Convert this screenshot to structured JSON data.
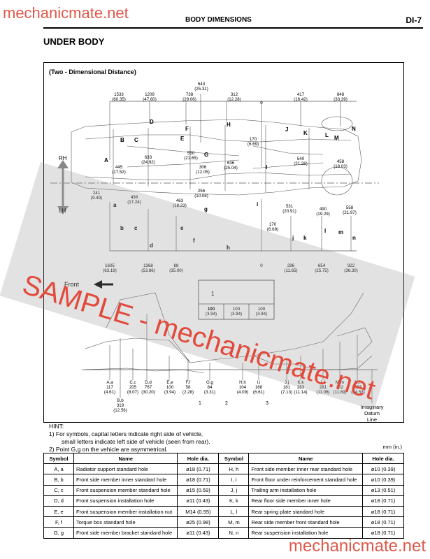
{
  "watermark_top": "mechanicmate.net",
  "watermark_bottom": "mechanicmate.net",
  "overlay_text": "SAMPLE - mechanicmate.net",
  "header": {
    "title": "BODY DIMENSIONS",
    "page": "DI-7"
  },
  "section": "UNDER BODY",
  "diagram": {
    "title": "(Two - Dimensional Distance)",
    "direction_rh": "RH",
    "direction_lh": "LH",
    "front_label": "Front",
    "datum_label": [
      "Imaginary",
      "Datum",
      "Line"
    ],
    "top_dims": [
      {
        "v": "1533",
        "i": "(60.35)"
      },
      {
        "v": "1209",
        "i": "(47.60)"
      },
      {
        "v": "738",
        "i": "(29.06)"
      },
      {
        "v": "643",
        "i": "(25.31)"
      },
      {
        "v": "312",
        "i": "(12.28)"
      },
      {
        "v": "0",
        "i": ""
      },
      {
        "v": "417",
        "i": "(16.42)"
      },
      {
        "v": "848",
        "i": "(33.39)"
      }
    ],
    "mid_dims": [
      {
        "v": "445",
        "i": "(17.52)"
      },
      {
        "v": "633",
        "i": "(24.92)"
      },
      {
        "v": "550",
        "i": "(21.65)"
      },
      {
        "v": "306",
        "i": "(12.05)"
      },
      {
        "v": "636",
        "i": "(25.04)"
      },
      {
        "v": "170",
        "i": "(6.69)"
      },
      {
        "v": "540",
        "i": "(21.26)"
      },
      {
        "v": "458",
        "i": "(18.03)"
      },
      {
        "v": "241",
        "i": "(9.49)"
      },
      {
        "v": "438",
        "i": "(17.24)"
      },
      {
        "v": "256",
        "i": "(10.08)"
      },
      {
        "v": "463",
        "i": "(18.23)"
      },
      {
        "v": "531",
        "i": "(20.91)"
      },
      {
        "v": "490",
        "i": "(19.29)"
      },
      {
        "v": "558",
        "i": "(21.97)"
      },
      {
        "v": "170",
        "i": "(6.69)"
      }
    ],
    "bottom_dims": [
      {
        "v": "1605",
        "i": "(63.19)"
      },
      {
        "v": "1368",
        "i": "(53.86)"
      },
      {
        "v": "88",
        "i": "(35.00)"
      },
      {
        "v": "0",
        "i": ""
      },
      {
        "v": "296",
        "i": "(11.65)"
      },
      {
        "v": "654",
        "i": "(25.75)"
      },
      {
        "v": "922",
        "i": "(36.30)"
      }
    ],
    "inset_cells": [
      {
        "v": "100",
        "i": "(3.94)"
      },
      {
        "v": "100",
        "i": "(3.94)"
      },
      {
        "v": "100",
        "i": "(3.94)"
      }
    ],
    "inset_marker": "1",
    "side_dims": [
      {
        "s": "A,a",
        "v": "117",
        "i": "(4.61)"
      },
      {
        "s": "C,c",
        "v": "205",
        "i": "(8.07)"
      },
      {
        "s": "D,d",
        "v": "767",
        "i": "(30.20)"
      },
      {
        "s": "E,e",
        "v": "100",
        "i": "(3.94)"
      },
      {
        "s": "F,f",
        "v": "58",
        "i": "(2.28)"
      },
      {
        "s": "G,g",
        "v": "84",
        "i": "(3.31)"
      },
      {
        "s": "H,h",
        "v": "104",
        "i": "(4.09)"
      },
      {
        "s": "I,i",
        "v": "168",
        "i": "(6.61)"
      },
      {
        "s": "J,j",
        "v": "181",
        "i": "(7.13)"
      },
      {
        "s": "K,k",
        "v": "283",
        "i": "(11.14)"
      },
      {
        "s": "L,l",
        "v": "281",
        "i": "(11.06)"
      },
      {
        "s": "M,m",
        "v": "302",
        "i": "(11.89)"
      },
      {
        "s": "N,n",
        "v": "623",
        "i": "(24.53)"
      }
    ],
    "side_bb": {
      "s": "B,b",
      "v": "319",
      "i": "(12.56)"
    },
    "side_markers": [
      "1",
      "2",
      "3"
    ],
    "letters_upper": [
      "A",
      "B",
      "C",
      "D",
      "E",
      "F",
      "G",
      "H",
      "I",
      "J",
      "K",
      "L",
      "M",
      "N"
    ],
    "letters_lower": [
      "a",
      "b",
      "c",
      "d",
      "e",
      "f",
      "g",
      "h",
      "i",
      "j",
      "k",
      "l",
      "m",
      "n"
    ]
  },
  "hint": {
    "title": "HINT:",
    "lines": [
      "1)   For symbols, capital letters indicate right side of vehicle,",
      "small letters indicate left side of vehicle (seen from rear).",
      "2)   Point G,g on the vehicle are asymmetrical."
    ]
  },
  "unit": "mm (in.)",
  "table": {
    "headers": [
      "Symbol",
      "Name",
      "Hole dia.",
      "Symbol",
      "Name",
      "Hole dia."
    ],
    "rows": [
      [
        "A,   a",
        "Radiator support standard hole",
        "ø18 (0.71)",
        "H,   h",
        "Front side member inner rear standard hole",
        "ø10 (0.39)"
      ],
      [
        "B,   b",
        "Front side member inner standard hole",
        "ø18 (0.71)",
        "I,   i",
        "Front floor under reinforcement standard hole",
        "ø10 (0.39)"
      ],
      [
        "C,   c",
        "Front suspension member standard hole",
        "ø15 (0.59)",
        "J,   j",
        "Trailing arm installation hole",
        "ø13 (0.51)"
      ],
      [
        "D,   d",
        "Front suspension installation hole",
        "ø11 (0.43)",
        "K,   k",
        "Rear floor side member inner hole",
        "ø18 (0.71)"
      ],
      [
        "E,   e",
        "Front suspension member installation nut",
        "M14 (0.55)",
        "L,   l",
        "Rear spring plate standard hole",
        "ø18 (0.71)"
      ],
      [
        "F,   f",
        "Torque box standard hole",
        "ø25 (0.98)",
        "M,   m",
        "Rear side member front standard hole",
        "ø18 (0.71)"
      ],
      [
        "G,   g",
        "Front side member bracket standard hole",
        "ø11 (0.43)",
        "N,   n",
        "Rear suspension installation hole",
        "ø18 (0.71)"
      ]
    ]
  }
}
